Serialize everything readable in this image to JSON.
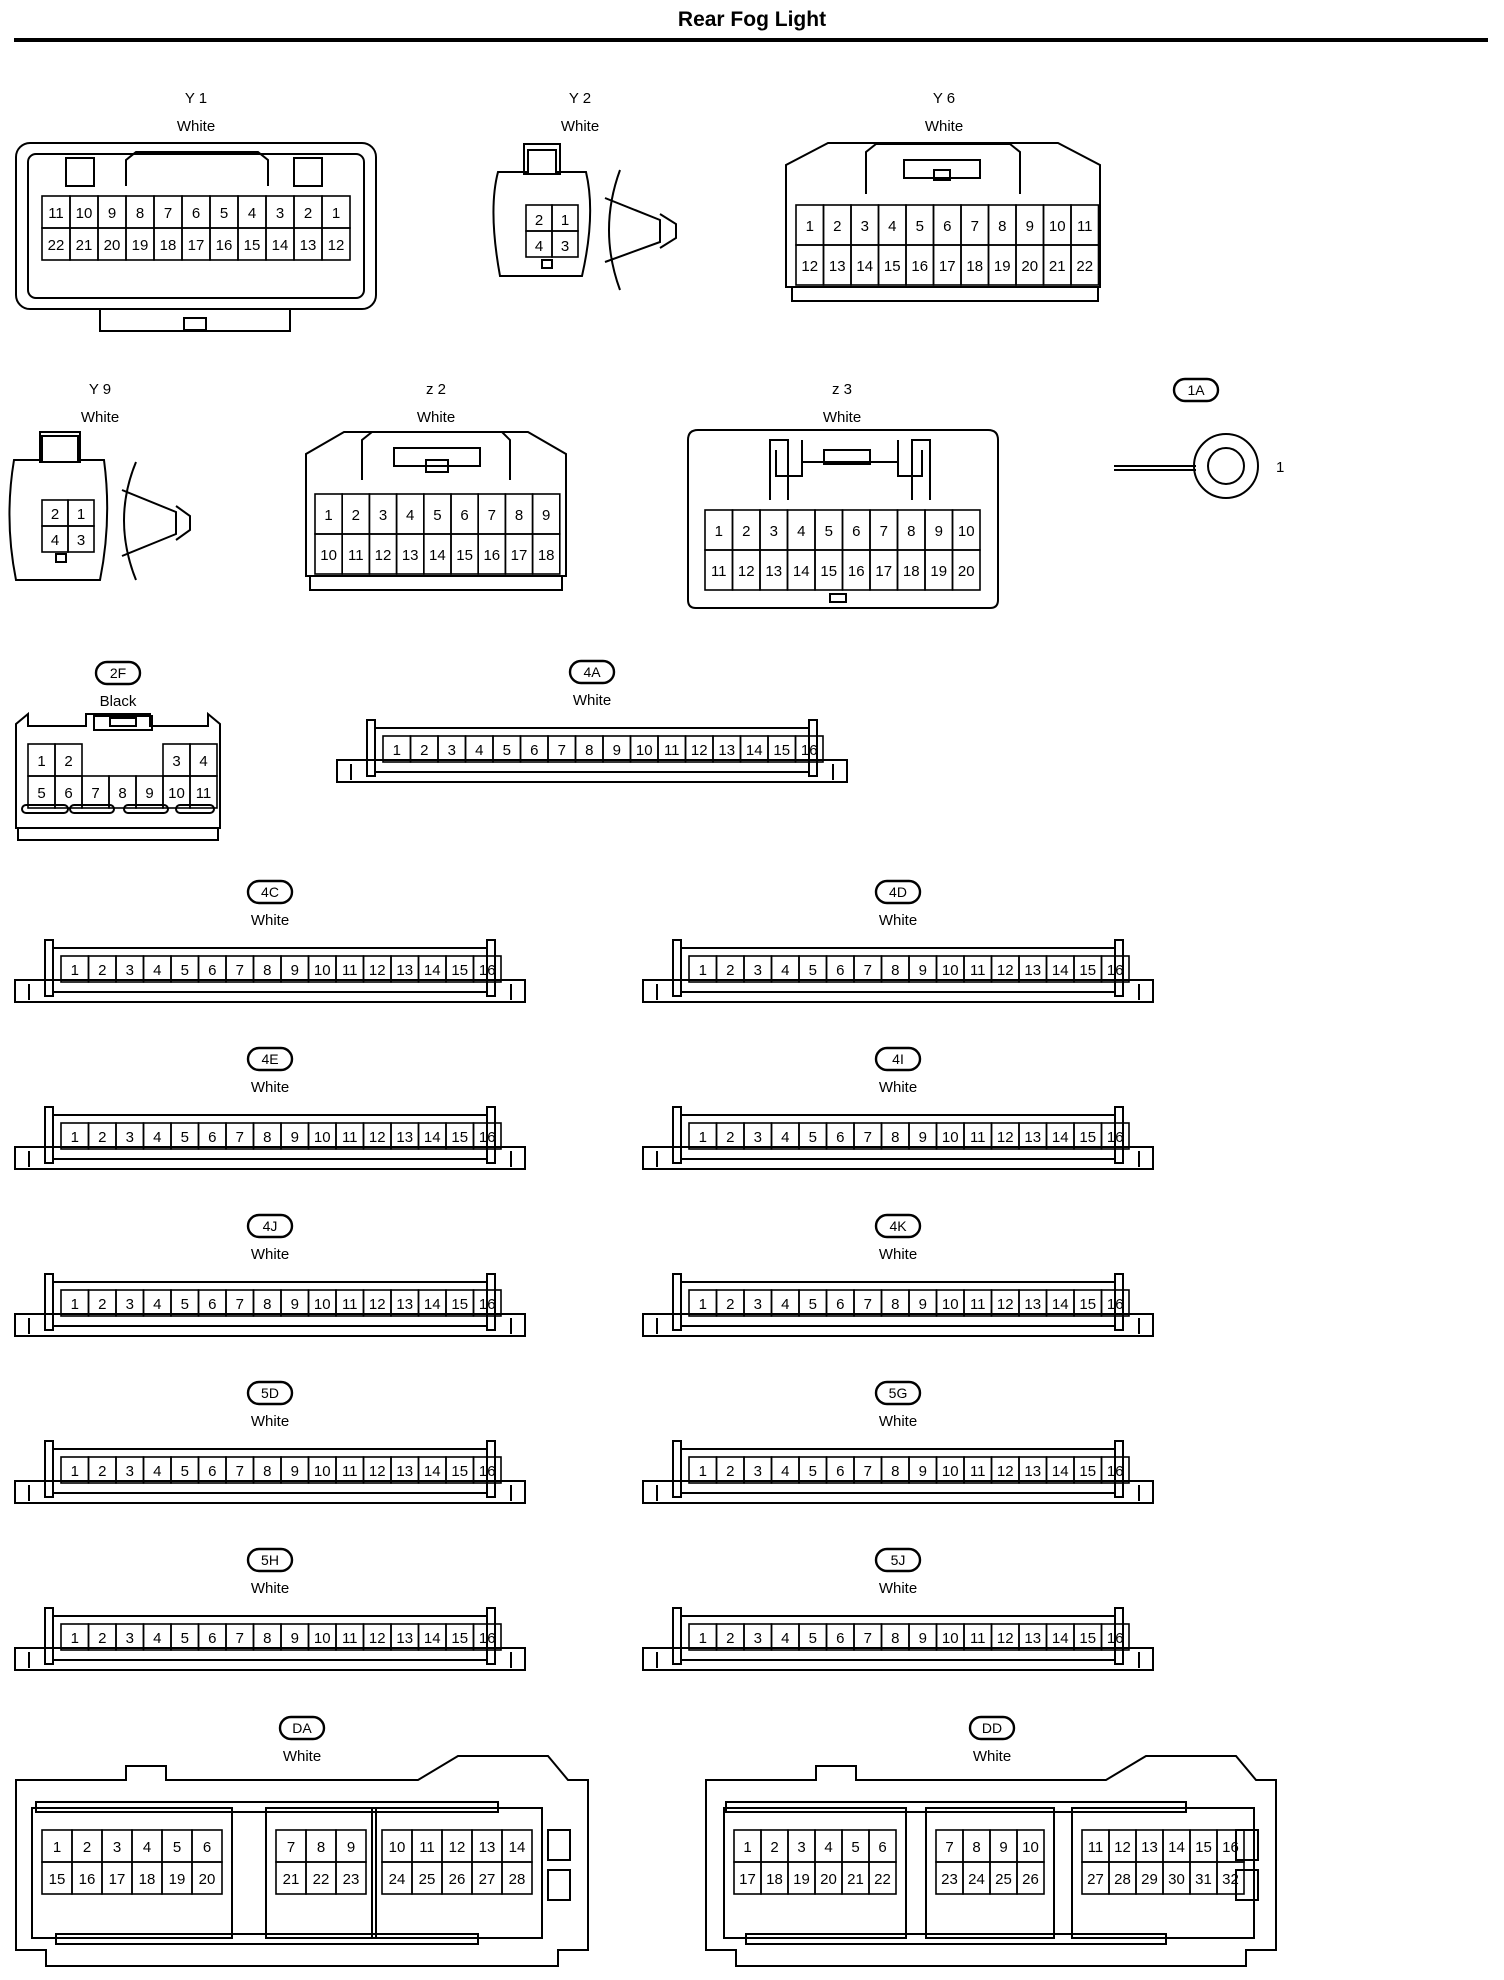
{
  "page": {
    "title": "Rear Fog Light"
  },
  "connectors": {
    "Y1": {
      "id": "Y 1",
      "color": "White",
      "rows": [
        [
          "11",
          "10",
          "9",
          "8",
          "7",
          "6",
          "5",
          "4",
          "3",
          "2",
          "1"
        ],
        [
          "22",
          "21",
          "20",
          "19",
          "18",
          "17",
          "16",
          "15",
          "14",
          "13",
          "12"
        ]
      ]
    },
    "Y2": {
      "id": "Y 2",
      "color": "White",
      "rows": [
        [
          "2",
          "1"
        ],
        [
          "4",
          "3"
        ]
      ]
    },
    "Y6": {
      "id": "Y 6",
      "color": "White",
      "rows": [
        [
          "1",
          "2",
          "3",
          "4",
          "5",
          "6",
          "7",
          "8",
          "9",
          "10",
          "11"
        ],
        [
          "12",
          "13",
          "14",
          "15",
          "16",
          "17",
          "18",
          "19",
          "20",
          "21",
          "22"
        ]
      ]
    },
    "Y9": {
      "id": "Y 9",
      "color": "White",
      "rows": [
        [
          "2",
          "1"
        ],
        [
          "4",
          "3"
        ]
      ]
    },
    "z2": {
      "id": "z 2",
      "color": "White",
      "rows": [
        [
          "1",
          "2",
          "3",
          "4",
          "5",
          "6",
          "7",
          "8",
          "9"
        ],
        [
          "10",
          "11",
          "12",
          "13",
          "14",
          "15",
          "16",
          "17",
          "18"
        ]
      ]
    },
    "z3": {
      "id": "z 3",
      "color": "White",
      "rows": [
        [
          "1",
          "2",
          "3",
          "4",
          "5",
          "6",
          "7",
          "8",
          "9",
          "10"
        ],
        [
          "11",
          "12",
          "13",
          "14",
          "15",
          "16",
          "17",
          "18",
          "19",
          "20"
        ]
      ]
    },
    "1A": {
      "id": "1A",
      "terminal": "1"
    },
    "2F": {
      "id": "2F",
      "color": "Black",
      "rows": [
        [
          "1",
          "2",
          "",
          "",
          "",
          "3",
          "4"
        ],
        [
          "5",
          "6",
          "7",
          "8",
          "9",
          "10",
          "11"
        ]
      ]
    },
    "4A": {
      "id": "4A",
      "color": "White"
    },
    "4C": {
      "id": "4C",
      "color": "White"
    },
    "4D": {
      "id": "4D",
      "color": "White"
    },
    "4E": {
      "id": "4E",
      "color": "White"
    },
    "4I": {
      "id": "4I",
      "color": "White"
    },
    "4J": {
      "id": "4J",
      "color": "White"
    },
    "4K": {
      "id": "4K",
      "color": "White"
    },
    "5D": {
      "id": "5D",
      "color": "White"
    },
    "5G": {
      "id": "5G",
      "color": "White"
    },
    "5H": {
      "id": "5H",
      "color": "White"
    },
    "5J": {
      "id": "5J",
      "color": "White"
    },
    "DA": {
      "id": "DA",
      "color": "White",
      "groups": [
        {
          "rows": [
            [
              "1",
              "2",
              "3",
              "4",
              "5",
              "6"
            ],
            [
              "15",
              "16",
              "17",
              "18",
              "19",
              "20"
            ]
          ]
        },
        {
          "rows": [
            [
              "7",
              "8",
              "9"
            ],
            [
              "21",
              "22",
              "23"
            ]
          ]
        },
        {
          "rows": [
            [
              "10",
              "11",
              "12",
              "13",
              "14"
            ],
            [
              "24",
              "25",
              "26",
              "27",
              "28"
            ]
          ]
        }
      ]
    },
    "DD": {
      "id": "DD",
      "color": "White",
      "groups": [
        {
          "rows": [
            [
              "1",
              "2",
              "3",
              "4",
              "5",
              "6"
            ],
            [
              "17",
              "18",
              "19",
              "20",
              "21",
              "22"
            ]
          ]
        },
        {
          "rows": [
            [
              "7",
              "8",
              "9",
              "10"
            ],
            [
              "23",
              "24",
              "25",
              "26"
            ]
          ]
        },
        {
          "rows": [
            [
              "11",
              "12",
              "13",
              "14",
              "15",
              "16"
            ],
            [
              "27",
              "28",
              "29",
              "30",
              "31",
              "32"
            ]
          ]
        }
      ]
    }
  },
  "strip_pins": [
    "1",
    "2",
    "3",
    "4",
    "5",
    "6",
    "7",
    "8",
    "9",
    "10",
    "11",
    "12",
    "13",
    "14",
    "15",
    "16"
  ]
}
